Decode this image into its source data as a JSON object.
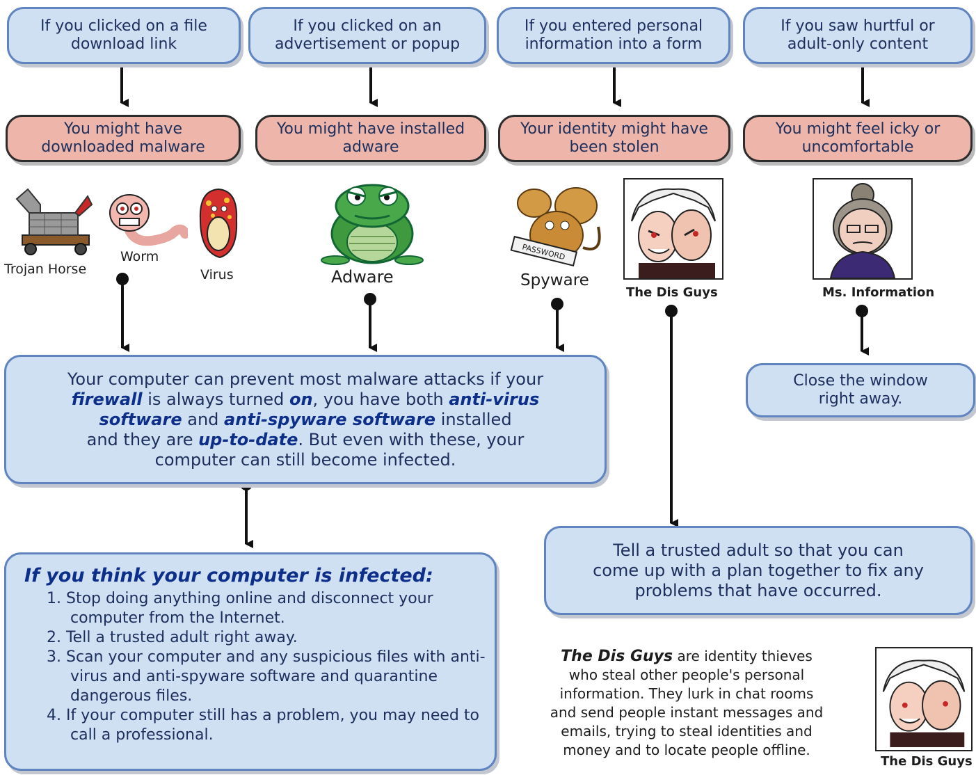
{
  "colors": {
    "box_fill": "#cfe0f3",
    "box_border": "#5f84bf",
    "alert_fill": "#eeb6ab",
    "accent_text": "#0d2f8a"
  },
  "triggers": [
    {
      "line1": "If you clicked on a file",
      "line2": "download link"
    },
    {
      "line1": "If you clicked on an",
      "line2": "advertisement or popup"
    },
    {
      "line1": "If you entered personal",
      "line2": "information into a form"
    },
    {
      "line1": "If you saw hurtful or",
      "line2": "adult-only content"
    }
  ],
  "outcomes": [
    {
      "line1": "You might have",
      "line2": "downloaded malware"
    },
    {
      "line1": "You might have installed",
      "line2": "adware"
    },
    {
      "line1": "Your identity might have",
      "line2": "been stolen"
    },
    {
      "line1": "You might feel icky or",
      "line2": "uncomfortable"
    }
  ],
  "characters": {
    "trojan": "Trojan Horse",
    "worm": "Worm",
    "virus": "Virus",
    "adware": "Adware",
    "spyware": "Spyware",
    "spyware_sign": "PASSWORD",
    "dis_guys": "The Dis Guys",
    "ms_information": "Ms. Information"
  },
  "prevention": {
    "l1": "Your computer can prevent most malware attacks if your",
    "l2a": "firewall",
    "l2b": " is always turned ",
    "l2c": "on",
    "l2d": ", you have both ",
    "l2e": "anti-virus",
    "l3a": "software",
    "l3b": " and ",
    "l3c": "anti-spyware software",
    "l3d": " installed",
    "l4a": "and they are ",
    "l4b": "up-to-date",
    "l4c": ". But even with these, your",
    "l5": "computer can still become infected."
  },
  "close_window": {
    "line1": "Close the window",
    "line2": "right away."
  },
  "tell_adult": {
    "line1": "Tell a trusted adult so that you can",
    "line2": "come up with a plan together to fix any",
    "line3": "problems that have occurred."
  },
  "infected": {
    "heading": "If you think your computer is infected:",
    "steps": [
      "1. Stop doing anything online and disconnect your computer from the Internet.",
      "2. Tell a trusted adult right away.",
      "3. Scan your computer and any suspicious files with anti-virus and anti-spyware software and quarantine dangerous files.",
      "4. If your computer still has a problem, you may need to call a professional."
    ]
  },
  "dis_guys_note": {
    "name": "The Dis Guys",
    "l1": " are identity thieves",
    "l2": "who steal other people's personal",
    "l3": "information. They lurk in chat rooms",
    "l4": "and send people instant messages and",
    "l5": "emails, trying to steal identities and",
    "l6": "money and to locate people offline."
  }
}
